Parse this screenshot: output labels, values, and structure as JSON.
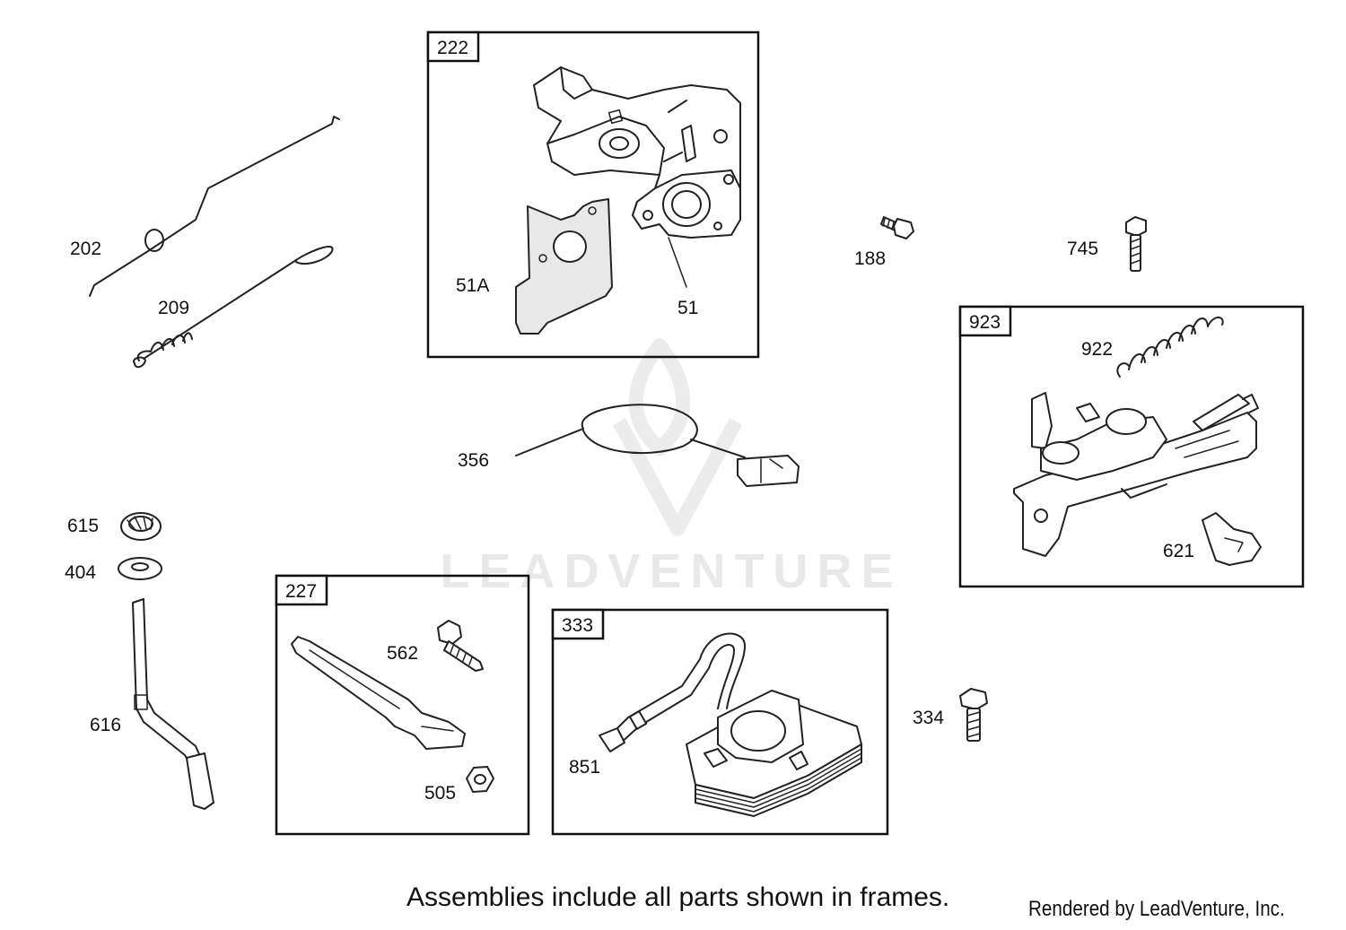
{
  "watermark": "LEADVENTURE",
  "frames": [
    {
      "id": "frame-222",
      "tag": "222"
    },
    {
      "id": "frame-923",
      "tag": "923"
    },
    {
      "id": "frame-227",
      "tag": "227"
    },
    {
      "id": "frame-333",
      "tag": "333"
    }
  ],
  "part_labels": {
    "p202": "202",
    "p209": "209",
    "p51A": "51A",
    "p51": "51",
    "p188": "188",
    "p745": "745",
    "p922": "922",
    "p621": "621",
    "p356": "356",
    "p615": "615",
    "p404": "404",
    "p616": "616",
    "p562": "562",
    "p505": "505",
    "p851": "851",
    "p334": "334"
  },
  "footer": {
    "note": "Assemblies include all parts shown in frames.",
    "credit": "Rendered by LeadVenture, Inc."
  }
}
